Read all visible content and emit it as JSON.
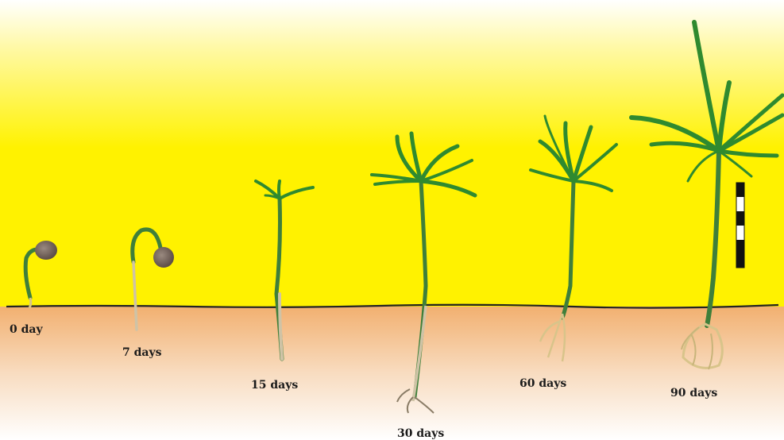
{
  "growth_stages": [
    {
      "label": "0 day"
    },
    {
      "label": "7 days"
    },
    {
      "label": "15 days"
    },
    {
      "label": "30 days"
    },
    {
      "label": "60 days"
    },
    {
      "label": "90 days"
    }
  ],
  "colors": {
    "sky_top": "#ffffff",
    "sky_yellow": "#fff200",
    "soil_top": "#f2b070",
    "soil_bottom": "#ffffff",
    "leaf_green": "#2f8a2f",
    "stem_green": "#3f7f3a",
    "root": "#d8c48a",
    "seed": "#7a6a62",
    "scale_bar_dark": "#111111",
    "scale_bar_light": "#ffffff"
  }
}
